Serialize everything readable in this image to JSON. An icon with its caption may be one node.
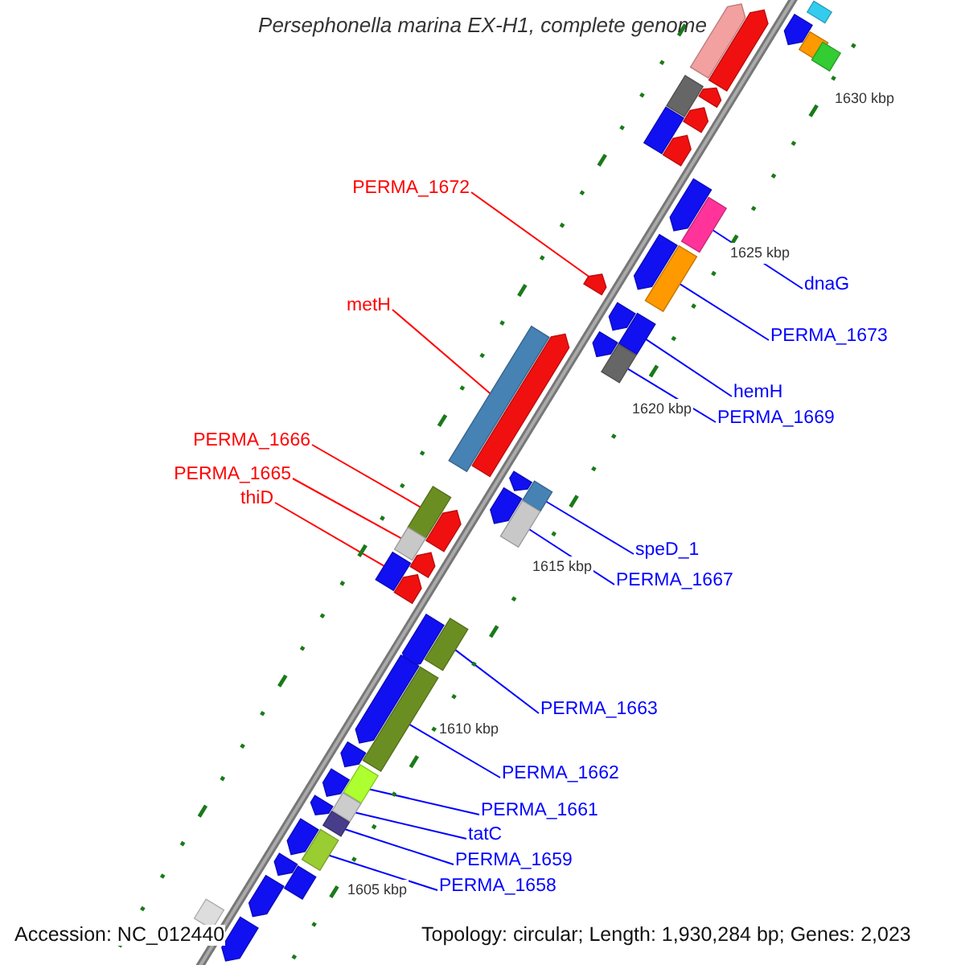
{
  "diagram": {
    "title": "Persephonella marina EX-H1, complete genome",
    "nodes": [
      {
        "text": [
          "PERMA_1672"
        ]
      },
      {
        "text": [
          "metH"
        ]
      },
      {
        "text": [
          "PERMA_1666"
        ]
      },
      {
        "text": [
          "PERMA_1665"
        ]
      },
      {
        "text": [
          "thiD"
        ]
      },
      {
        "text": [
          "dnaG"
        ]
      },
      {
        "text": [
          "PERMA_1673"
        ]
      },
      {
        "text": [
          "hemH"
        ]
      },
      {
        "text": [
          "PERMA_1669"
        ]
      },
      {
        "text": [
          "speD_1"
        ]
      },
      {
        "text": [
          "PERMA_1667"
        ]
      },
      {
        "text": [
          "PERMA_1663"
        ]
      },
      {
        "text": [
          "PERMA_1662"
        ]
      },
      {
        "text": [
          "PERMA_1661"
        ]
      },
      {
        "text": [
          "tatC"
        ]
      },
      {
        "text": [
          "PERMA_1659"
        ]
      },
      {
        "text": [
          "PERMA_1658"
        ]
      },
      {
        "text": [],
        "shape": "arrow"
      },
      {
        "text": [],
        "shape": "bar"
      },
      {
        "text": [],
        "shape": "bar"
      },
      {
        "text": [],
        "shape": "bar"
      },
      {
        "text": [],
        "shape": "bar"
      },
      {
        "text": [],
        "shape": "bar"
      },
      {
        "text": [],
        "shape": "bar"
      },
      {
        "text": [],
        "shape": "bar"
      },
      {
        "text": [],
        "shape": "bar"
      },
      {
        "text": [],
        "shape": "bar"
      },
      {
        "text": [],
        "shape": "bar"
      },
      {
        "text": [],
        "shape": "bar"
      },
      {
        "text": [],
        "shape": "bar"
      },
      {
        "text": [],
        "shape": "bar"
      },
      {
        "text": [],
        "shape": "bar"
      },
      {
        "text": [],
        "shape": "bar"
      },
      {
        "text": [],
        "shape": "bar"
      },
      {
        "text": [],
        "shape": "arrow"
      },
      {
        "text": [],
        "shape": "arrow"
      },
      {
        "text": [],
        "shape": "arrow"
      },
      {
        "text": [],
        "shape": "bar"
      },
      {
        "text": [],
        "shape": "bar"
      },
      {
        "text": [],
        "shape": "bar"
      },
      {
        "text": [],
        "shape": "bar"
      },
      {
        "text": [],
        "shape": "bar"
      },
      {
        "text": [],
        "shape": "arrow"
      },
      {
        "text": [],
        "shape": "arrow"
      },
      {
        "text": [],
        "shape": "arrow"
      },
      {
        "text": [],
        "shape": "arrow"
      },
      {
        "text": [],
        "shape": "arrow"
      },
      {
        "text": [],
        "shape": "arrow"
      },
      {
        "text": [],
        "shape": "arrow"
      },
      {
        "text": [],
        "shape": "arrow"
      },
      {
        "text": [],
        "shape": "arrow"
      },
      {
        "text": [],
        "shape": "arrow"
      },
      {
        "text": [],
        "shape": "arrow"
      },
      {
        "text": [],
        "shape": "arrow"
      },
      {
        "text": [],
        "shape": "arrow"
      },
      {
        "text": [],
        "shape": "arrow"
      },
      {
        "text": [],
        "shape": "arrow"
      },
      {
        "text": [],
        "shape": "arrow"
      },
      {
        "text": [],
        "shape": "arrow"
      },
      {
        "text": [],
        "shape": "arrow"
      },
      {
        "text": [],
        "shape": "arrow"
      },
      {
        "text": [],
        "shape": "arrow"
      },
      {
        "text": [],
        "shape": "arrow"
      },
      {
        "text": [],
        "shape": "arrow"
      },
      {
        "text": [],
        "shape": "bar"
      },
      {
        "text": [],
        "shape": "bar"
      }
    ],
    "edges": [
      {
        "from": 0,
        "to": 17,
        "arrow": "none",
        "color": "#ff0000"
      },
      {
        "from": 1,
        "to": 18,
        "arrow": "none",
        "color": "#ff0000"
      },
      {
        "from": 2,
        "to": 19,
        "arrow": "none",
        "color": "#ff0000"
      },
      {
        "from": 3,
        "to": 20,
        "arrow": "none",
        "color": "#ff0000"
      },
      {
        "from": 4,
        "to": 21,
        "arrow": "none",
        "color": "#ff0000"
      },
      {
        "from": 5,
        "to": 22,
        "arrow": "none"
      },
      {
        "from": 6,
        "to": 23,
        "arrow": "none"
      },
      {
        "from": 7,
        "to": 24,
        "arrow": "none"
      },
      {
        "from": 8,
        "to": 25,
        "arrow": "none"
      },
      {
        "from": 9,
        "to": 26,
        "arrow": "none"
      },
      {
        "from": 10,
        "to": 27,
        "arrow": "none"
      },
      {
        "from": 11,
        "to": 28,
        "arrow": "none"
      },
      {
        "from": 12,
        "to": 29,
        "arrow": "none"
      },
      {
        "from": 13,
        "to": 30,
        "arrow": "none"
      },
      {
        "from": 14,
        "to": 31,
        "arrow": "none"
      },
      {
        "from": 15,
        "to": 32,
        "arrow": "none"
      },
      {
        "from": 16,
        "to": 33,
        "arrow": "none"
      }
    ],
    "labels": [
      "1630 kbp",
      "1625 kbp",
      "1620 kbp",
      "1615 kbp",
      "1610 kbp",
      "1605 kbp",
      "Accession: NC_012440",
      "Topology: circular; Length: 1,930,284 bp; Genes: 2,023"
    ]
  }
}
